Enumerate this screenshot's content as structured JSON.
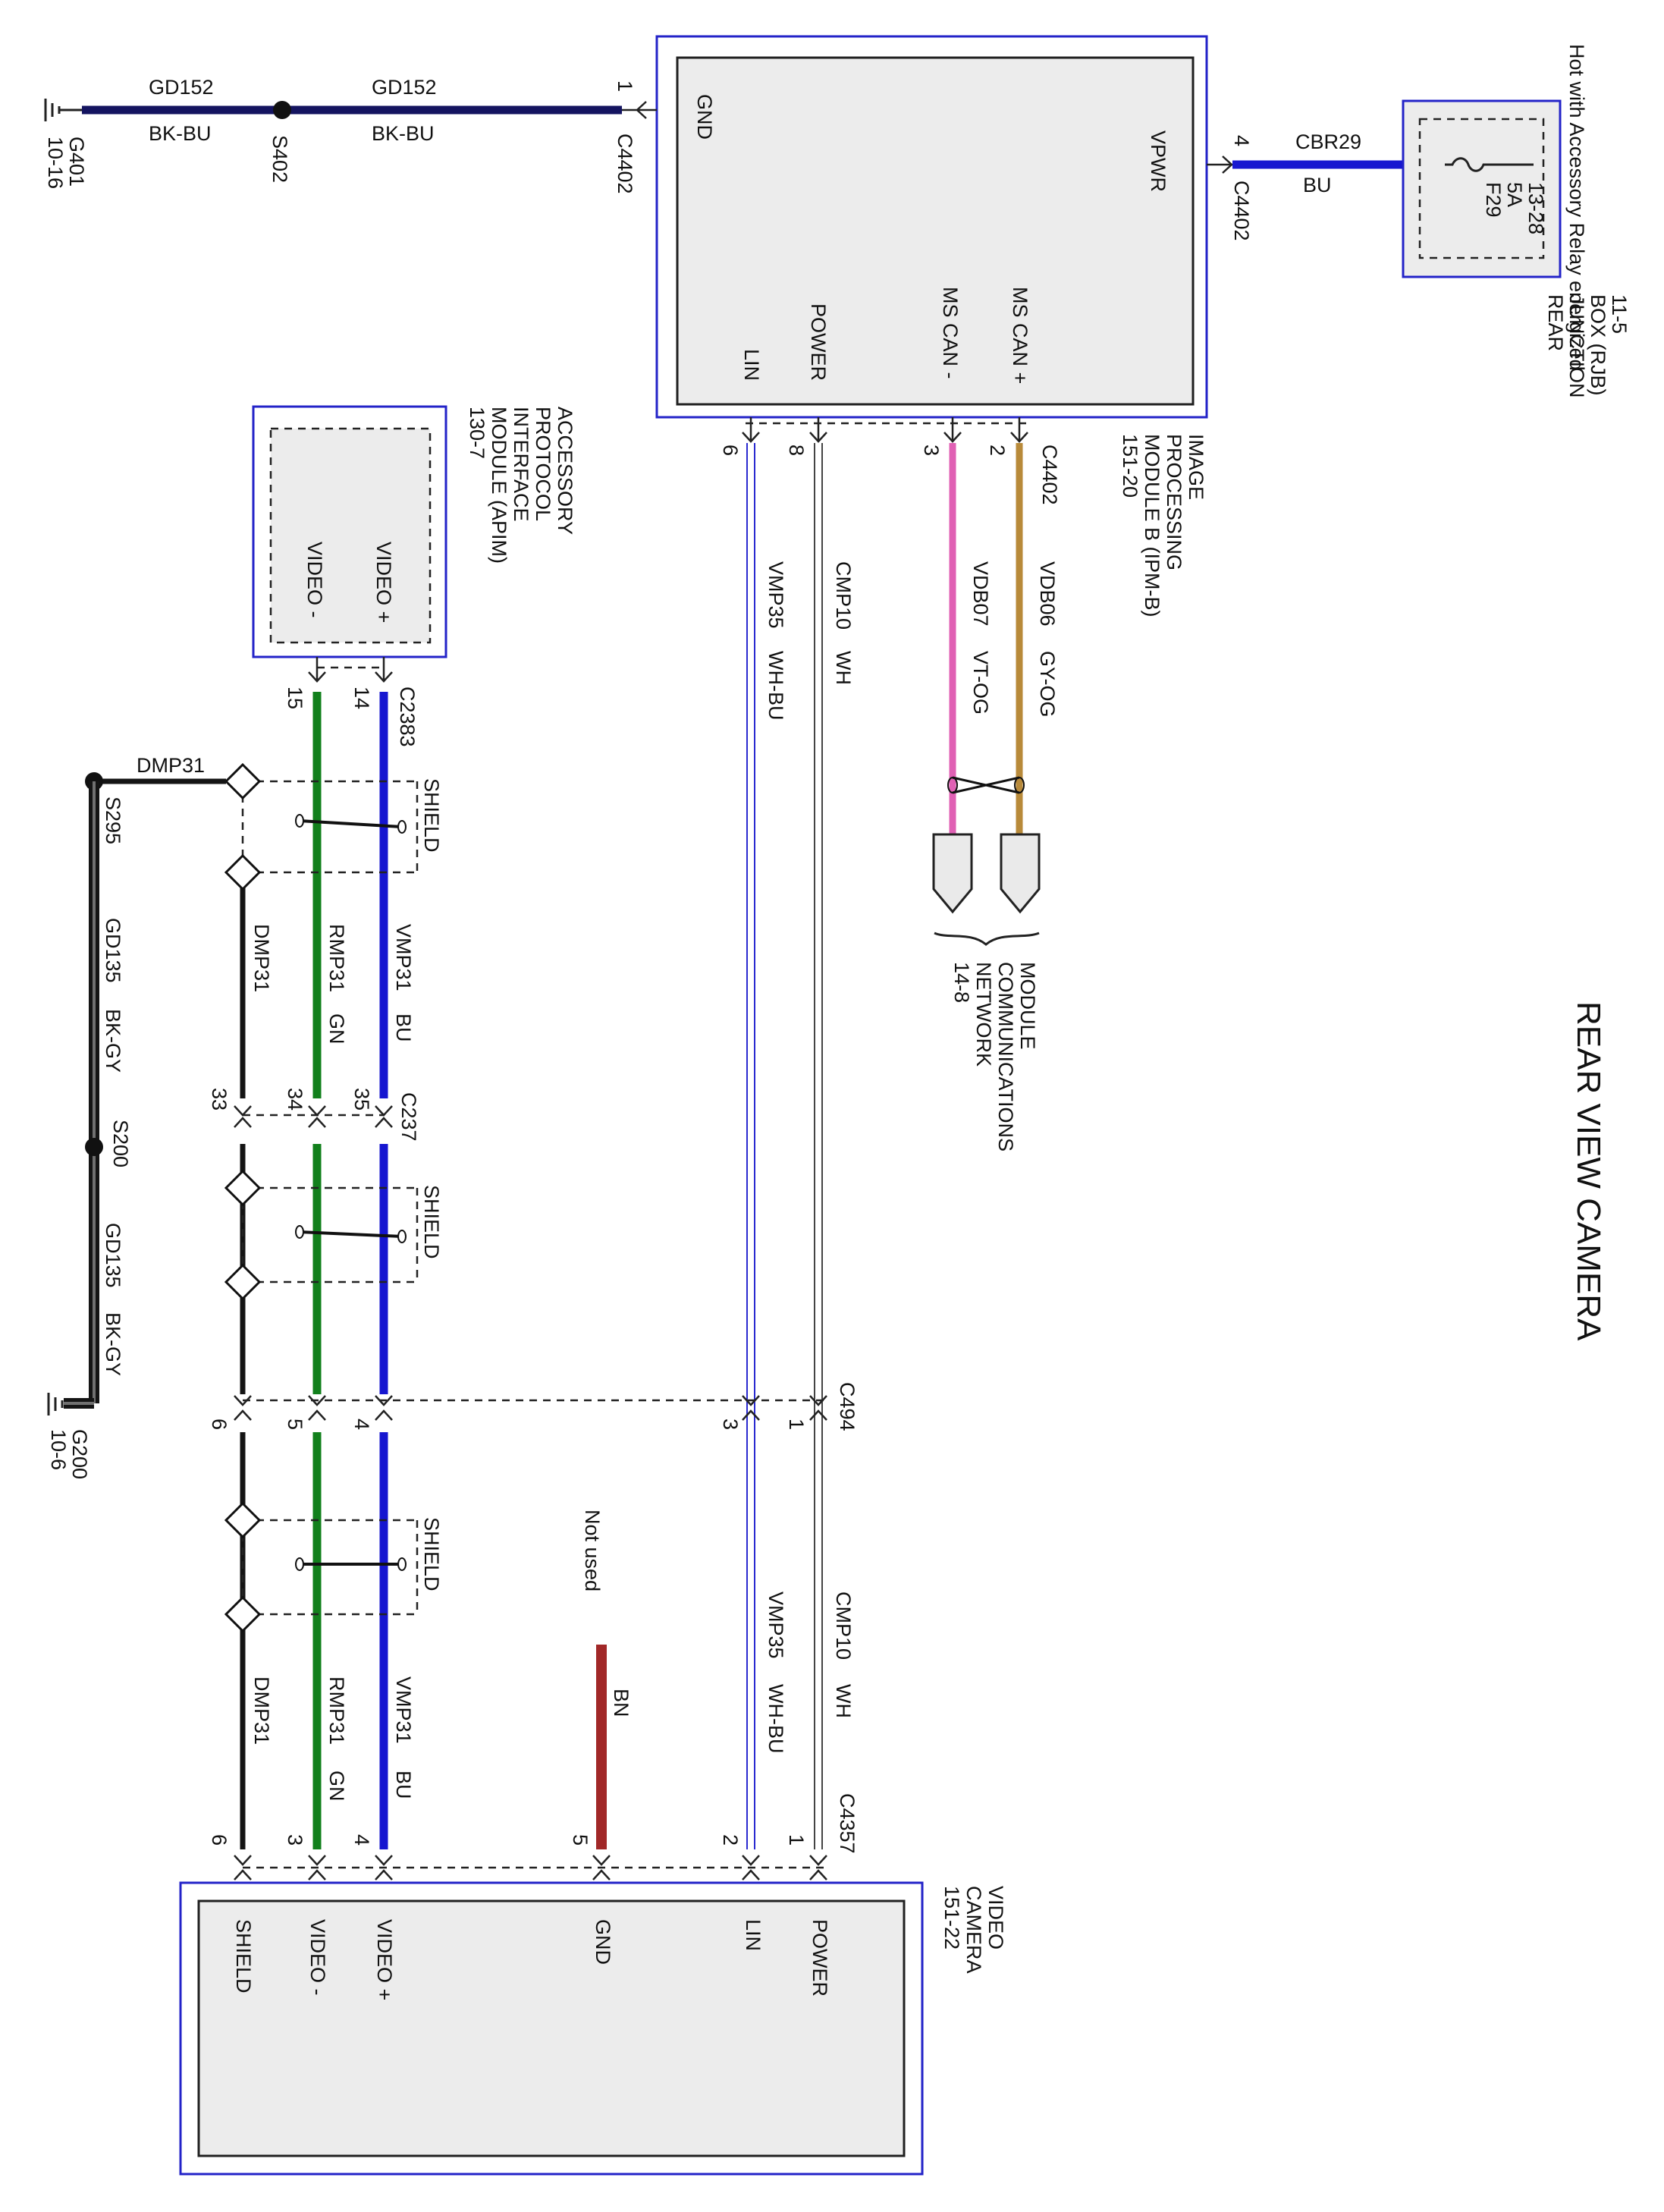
{
  "title": "REAR VIEW CAMERA",
  "ipm": {
    "name_lines": [
      "IMAGE",
      "PROCESSING",
      "MODULE B (IPM-B)",
      "151-20"
    ],
    "pins": {
      "gnd": "GND",
      "vpwr": "VPWR",
      "ms_can_plus": "MS CAN +",
      "ms_can_minus": "MS CAN -",
      "power": "POWER",
      "lin": "LIN"
    }
  },
  "rjb": {
    "note": "Hot with Accessory Relay energized",
    "name_lines": [
      "REAR",
      "JUNCTION",
      "BOX (RJB)",
      "11-5"
    ],
    "fuse_lines": [
      "F29",
      "5A",
      "13-28"
    ]
  },
  "apim": {
    "name_lines": [
      "ACCESSORY",
      "PROTOCOL",
      "INTERFACE",
      "MODULE (APIM)",
      "130-7"
    ],
    "pins": {
      "video_plus": "VIDEO +",
      "video_minus": "VIDEO -"
    }
  },
  "camera": {
    "name_lines": [
      "VIDEO",
      "CAMERA",
      "151-22"
    ],
    "pins": {
      "power": "POWER",
      "lin": "LIN",
      "gnd": "GND",
      "video_plus": "VIDEO +",
      "video_minus": "VIDEO -",
      "shield": "SHIELD"
    }
  },
  "network": {
    "name_lines": [
      "MODULE",
      "COMMUNICATIONS",
      "NETWORK",
      "14-8"
    ]
  },
  "ground_circuit": {
    "circuit": "GD152",
    "color": "BK-BU",
    "splice": "S402",
    "ground": "G401",
    "ground_ref": "10-16",
    "pin": "1",
    "connector": "C4402"
  },
  "power_feed": {
    "circuit": "CBR29",
    "color": "BU",
    "pin": "4",
    "connector": "C4402"
  },
  "ipm_connector": {
    "name": "C4402",
    "pins": {
      "ms_can_plus": "2",
      "ms_can_minus": "3",
      "power": "8",
      "lin": "6"
    }
  },
  "can_wires": {
    "plus": {
      "circuit": "VDB06",
      "color": "GY-OG"
    },
    "minus": {
      "circuit": "VDB07",
      "color": "VT-OG"
    }
  },
  "power_wire": {
    "circuit": "CMP10",
    "color": "WH"
  },
  "lin_wire": {
    "circuit": "VMP35",
    "color": "WH-BU"
  },
  "apim_connector": {
    "name": "C2383",
    "pins": {
      "video_plus": "14",
      "video_minus": "15"
    }
  },
  "video_wires": {
    "plus": {
      "circuit": "VMP31",
      "color": "BU"
    },
    "minus": {
      "circuit": "RMP31",
      "color": "GN"
    },
    "shield": {
      "circuit": "DMP31"
    }
  },
  "shield_label": "SHIELD",
  "drain": {
    "circuit": "DMP31",
    "splice_top": "S295",
    "gd_circuit": "GD135",
    "gd_color": "BK-GY",
    "splice_mid": "S200",
    "ground": "G200",
    "ground_ref": "10-6"
  },
  "c237": {
    "name": "C237",
    "pins": {
      "video_plus": "35",
      "video_minus": "34",
      "shield": "33"
    }
  },
  "c494": {
    "name": "C494",
    "pins": {
      "power": "1",
      "lin": "3",
      "video_plus": "4",
      "video_minus": "5",
      "shield": "6"
    }
  },
  "not_used_label": "Not used",
  "gnd_wire_color": "BN",
  "c4357": {
    "name": "C4357",
    "pins": {
      "power": "1",
      "lin": "2",
      "gnd": "5",
      "video_plus": "4",
      "video_minus": "3",
      "shield": "6"
    }
  },
  "colors": {
    "blue": "#1616d0",
    "green": "#12801c",
    "brown": "#a12828",
    "pink": "#e060b4",
    "tan": "#b88a3a",
    "module_border": "#2323c8"
  }
}
